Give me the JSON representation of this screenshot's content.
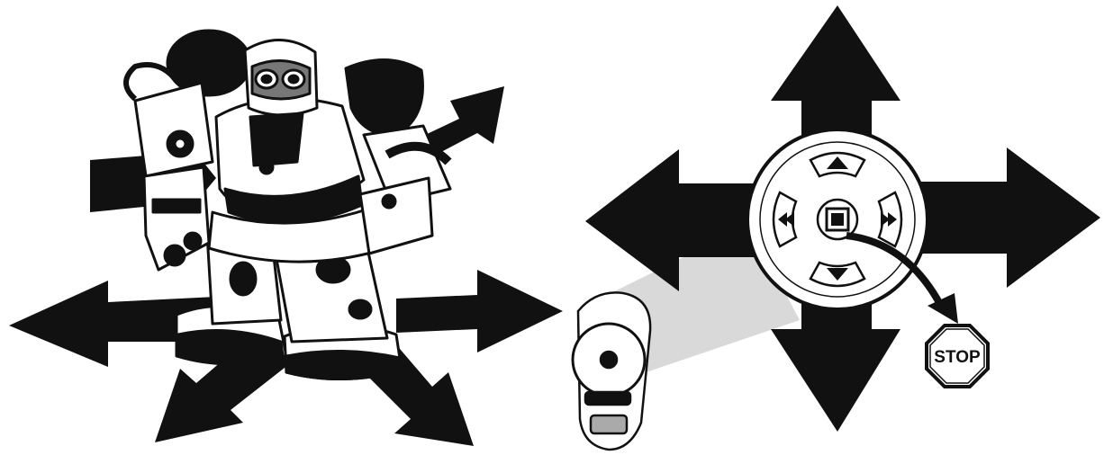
{
  "figure": {
    "left_panel": "robot-walking-directions",
    "right_panel": "remote-directional-pad",
    "stop_sign": {
      "label": "STOP"
    },
    "icons": [
      "robot-figure",
      "direction-arrow",
      "remote-control",
      "stop-sign"
    ]
  },
  "colors": {
    "ink": "#111111",
    "paper": "#ffffff",
    "beam": "#d9d9d9"
  }
}
